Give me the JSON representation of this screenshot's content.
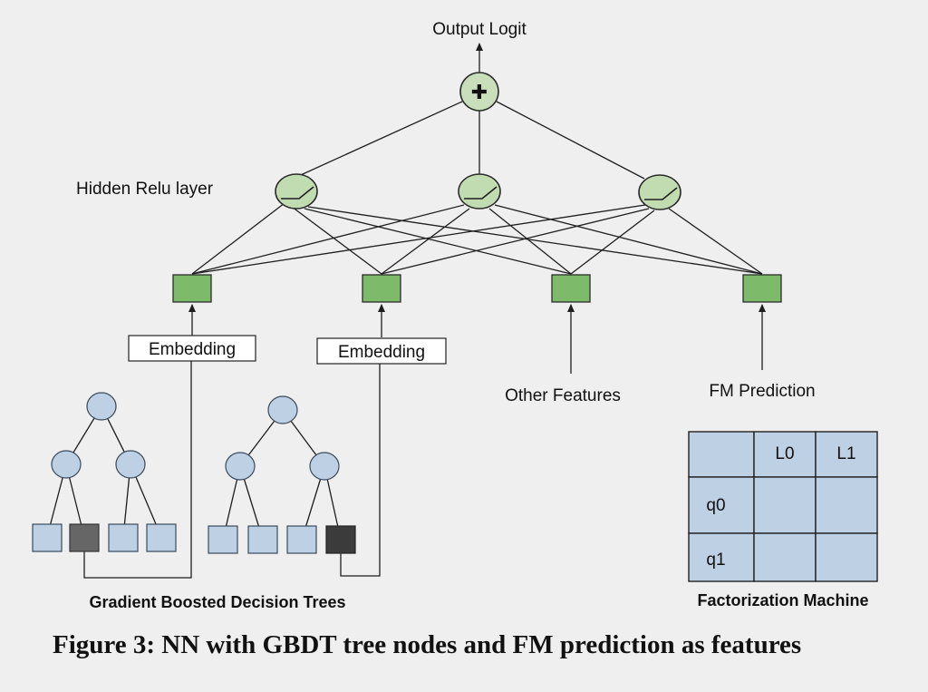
{
  "diagram": {
    "output_label": "Output Logit",
    "sum_symbol": "✚",
    "hidden_layer_label": "Hidden Relu layer",
    "embedding_label_1": "Embedding",
    "embedding_label_2": "Embedding",
    "other_features_label": "Other Features",
    "fm_prediction_label": "FM Prediction",
    "gbdt_title": "Gradient Boosted Decision Trees",
    "fm_title": "Factorization Machine",
    "fm_matrix": {
      "col_headers": [
        "L0",
        "L1"
      ],
      "row_headers": [
        "q0",
        "q1"
      ]
    },
    "caption": "Figure 3: NN with GBDT tree nodes and FM prediction as features",
    "colors": {
      "background": "#efefef",
      "relu_node": "#c2dcb2",
      "feature_node": "#7dba6a",
      "tree_node": "#bdd0e4",
      "selected_leaf_1": "#666666",
      "selected_leaf_2": "#3b3b3b"
    }
  }
}
